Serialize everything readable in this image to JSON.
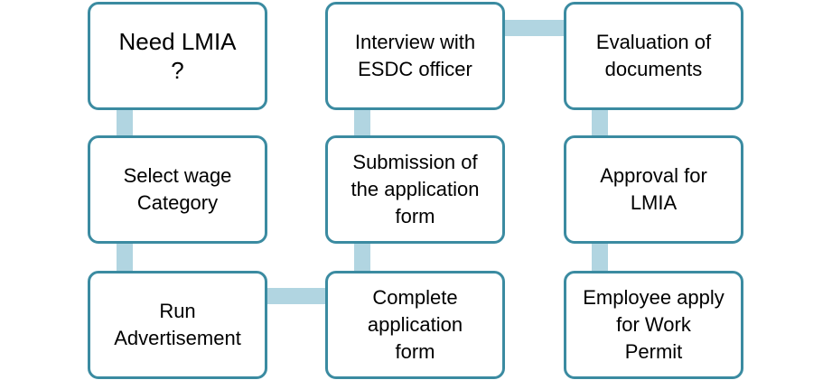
{
  "diagram": {
    "steps": [
      {
        "id": "need-lmia",
        "label": "Need LMIA\n?"
      },
      {
        "id": "select-wage",
        "label": "Select wage\nCategory"
      },
      {
        "id": "run-ad",
        "label": "Run\nAdvertisement"
      },
      {
        "id": "complete-form",
        "label": "Complete\napplication\nform"
      },
      {
        "id": "submission",
        "label": "Submission of\nthe application\nform"
      },
      {
        "id": "interview",
        "label": "Interview with\nESDC officer"
      },
      {
        "id": "evaluation",
        "label": "Evaluation of\ndocuments"
      },
      {
        "id": "approval",
        "label": "Approval for\nLMIA"
      },
      {
        "id": "work-permit",
        "label": "Employee apply\nfor Work\nPermit"
      }
    ],
    "colors": {
      "box_border": "#3b8ba1",
      "connector": "#b1d5e1",
      "background": "#ffffff",
      "text": "#000000"
    }
  }
}
